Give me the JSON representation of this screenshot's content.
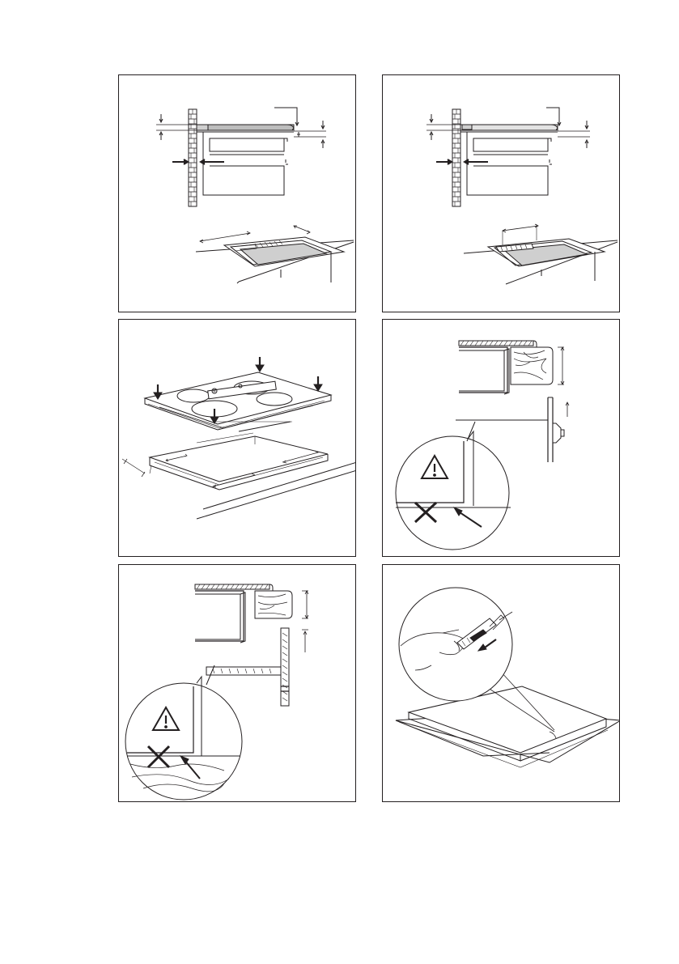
{
  "document": {
    "type": "installation-illustrations",
    "panel_count": 6,
    "panels": [
      {
        "id": "p1",
        "subject": "hob-flush-with-wall-section-and-cutout"
      },
      {
        "id": "p2",
        "subject": "hob-near-wall-section-and-cutout"
      },
      {
        "id": "p3",
        "subject": "hob-placement-into-worktop-cutout"
      },
      {
        "id": "p4",
        "subject": "clearance-above-drawer-with-warning"
      },
      {
        "id": "p5",
        "subject": "protection-floor-with-warning"
      },
      {
        "id": "p6",
        "subject": "sealing-edge-with-tool"
      }
    ]
  },
  "colors": {
    "line": "#231f20",
    "gray_fill": "#cfcfcf",
    "wall_fill": "#ffffff"
  },
  "icons": {
    "warning": "warning-triangle-icon",
    "forbidden": "cross-icon"
  }
}
